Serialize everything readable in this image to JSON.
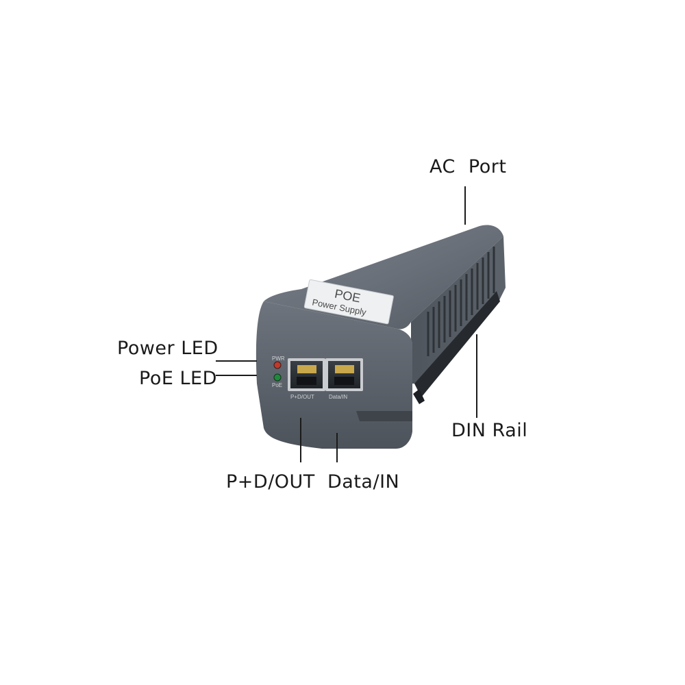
{
  "product": {
    "sticker_title": "POE",
    "sticker_subtitle": "Power Supply",
    "led_top_label": "PWR",
    "led_bottom_label": "PoE",
    "port_left_label": "P+D/OUT",
    "port_right_label": "Data/IN",
    "led_colors": {
      "power": "#c0392b",
      "poe": "#1e8a3c"
    },
    "body_color": "#5f666f"
  },
  "callouts": {
    "ac_port": "AC  Port",
    "power_led": "Power LED",
    "poe_led": "PoE LED",
    "din_rail": "DIN Rail",
    "pd_out": "P+D/OUT",
    "data_in": "Data/IN"
  }
}
